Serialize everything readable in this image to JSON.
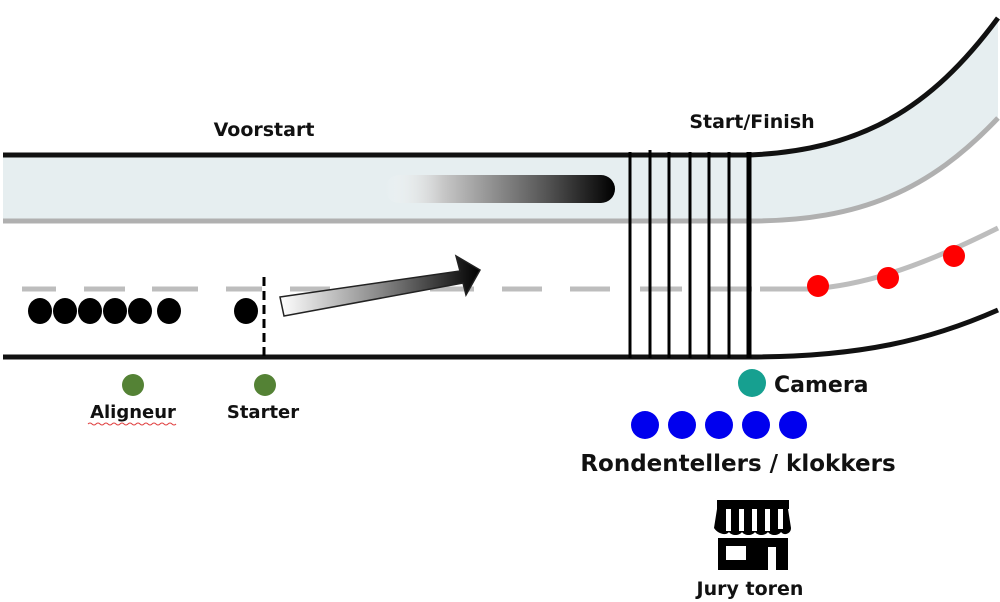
{
  "labels": {
    "voorstart": "Voorstart",
    "start_finish": "Start/Finish",
    "aligneur": "Aligneur",
    "starter": "Starter",
    "camera": "Camera",
    "rondentellers": "Rondentellers / klokkers",
    "jury_toren": "Jury toren"
  },
  "counts": {
    "waiting_skaters": 6,
    "start_skater": 1,
    "finish_lines": 7,
    "lap_counters": 5,
    "corner_markers": 3
  },
  "colors": {
    "track_lane_fill": "#e6eef0",
    "track_border": "#111111",
    "center_line": "#bdbdbd",
    "skater": "#000000",
    "official": "#548235",
    "camera": "#16a090",
    "lap_counter": "#0000ee",
    "corner_marker": "#ff0000"
  },
  "icons": {
    "arrow": "direction-arrow-icon",
    "jury": "storefront-icon"
  }
}
